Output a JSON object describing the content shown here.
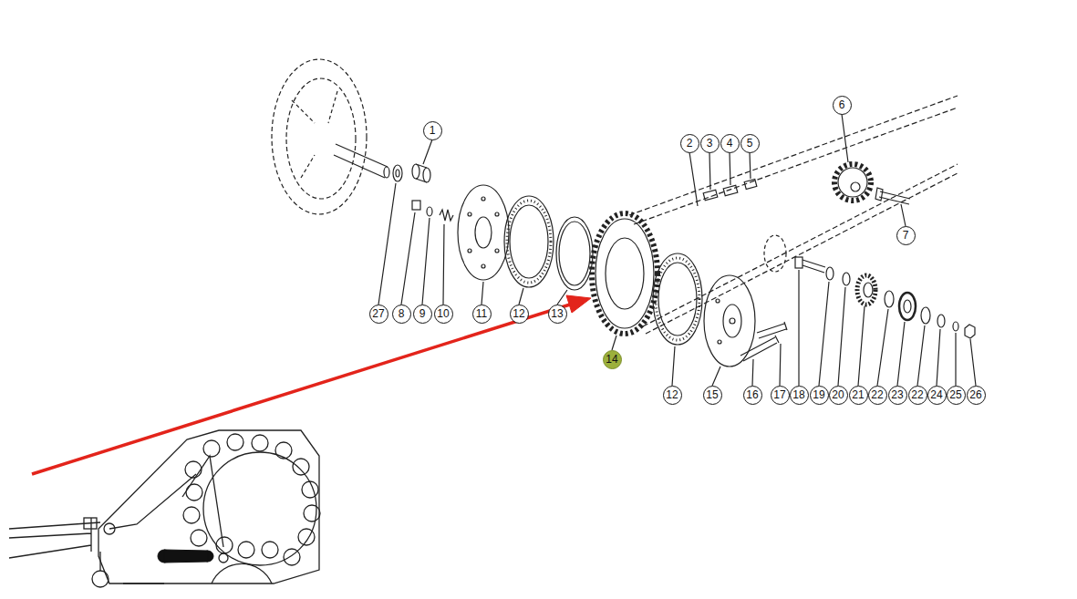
{
  "diagram": {
    "nodes": [
      {
        "text": [
          "6"
        ]
      },
      {
        "text": [
          "1"
        ]
      },
      {
        "text": [
          "2"
        ]
      },
      {
        "text": [
          "3"
        ]
      },
      {
        "text": [
          "4"
        ]
      },
      {
        "text": [
          "5"
        ]
      },
      {
        "text": [
          "7"
        ]
      },
      {
        "text": [
          "27"
        ]
      },
      {
        "text": [
          "8"
        ]
      },
      {
        "text": [
          "9"
        ]
      },
      {
        "text": [
          "10"
        ]
      },
      {
        "text": [
          "11"
        ]
      },
      {
        "text": [
          "12"
        ]
      },
      {
        "text": [
          "13"
        ]
      },
      {
        "text": [
          "14"
        ]
      },
      {
        "text": [
          "12"
        ]
      },
      {
        "text": [
          "15"
        ]
      },
      {
        "text": [
          "16"
        ]
      },
      {
        "text": [
          "17"
        ]
      },
      {
        "text": [
          "18"
        ]
      },
      {
        "text": [
          "19"
        ]
      },
      {
        "text": [
          "20"
        ]
      },
      {
        "text": [
          "21"
        ]
      },
      {
        "text": [
          "22"
        ]
      },
      {
        "text": [
          "23"
        ]
      },
      {
        "text": [
          "22"
        ]
      },
      {
        "text": [
          "24"
        ]
      },
      {
        "text": [
          "25"
        ]
      },
      {
        "text": [
          "26"
        ]
      }
    ]
  }
}
